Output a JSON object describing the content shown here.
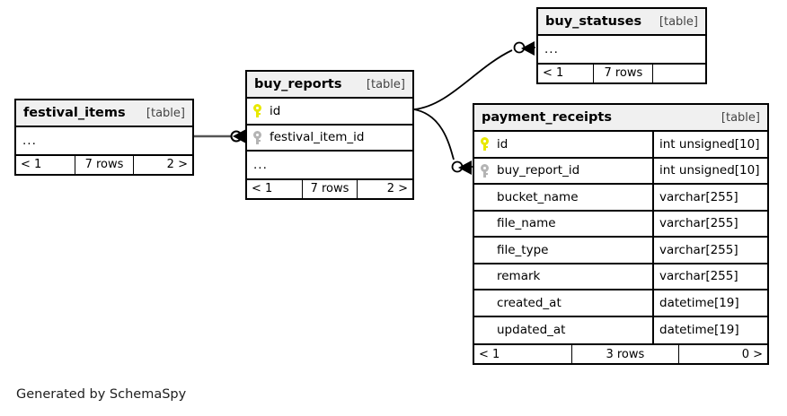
{
  "caption": "Generated by SchemaSpy",
  "colors": {
    "primary_key": "#e8e800",
    "foreign_key": "#b4b4b4",
    "header_bg": "#f0f0f0",
    "border": "#000000",
    "background": "#ffffff"
  },
  "tables": {
    "festival_items": {
      "name": "festival_items",
      "kind": "[table]",
      "rows": [
        {
          "label": "...",
          "type": "",
          "key": "none",
          "ellipsis": true
        }
      ],
      "footer": {
        "left": "< 1",
        "center": "7 rows",
        "right": "2 >"
      }
    },
    "buy_reports": {
      "name": "buy_reports",
      "kind": "[table]",
      "rows": [
        {
          "label": "id",
          "type": "",
          "key": "pk",
          "ellipsis": false
        },
        {
          "label": "festival_item_id",
          "type": "",
          "key": "fk",
          "ellipsis": false
        },
        {
          "label": "...",
          "type": "",
          "key": "none",
          "ellipsis": true
        }
      ],
      "footer": {
        "left": "< 1",
        "center": "7 rows",
        "right": "2 >"
      }
    },
    "buy_statuses": {
      "name": "buy_statuses",
      "kind": "[table]",
      "rows": [
        {
          "label": "...",
          "type": "",
          "key": "none",
          "ellipsis": true
        }
      ],
      "footer": {
        "left": "< 1",
        "center": "7 rows",
        "right": ""
      }
    },
    "payment_receipts": {
      "name": "payment_receipts",
      "kind": "[table]",
      "rows": [
        {
          "label": "id",
          "type": "int unsigned[10]",
          "key": "pk",
          "ellipsis": false
        },
        {
          "label": "buy_report_id",
          "type": "int unsigned[10]",
          "key": "fk",
          "ellipsis": false
        },
        {
          "label": "bucket_name",
          "type": "varchar[255]",
          "key": "none",
          "ellipsis": false
        },
        {
          "label": "file_name",
          "type": "varchar[255]",
          "key": "none",
          "ellipsis": false
        },
        {
          "label": "file_type",
          "type": "varchar[255]",
          "key": "none",
          "ellipsis": false
        },
        {
          "label": "remark",
          "type": "varchar[255]",
          "key": "none",
          "ellipsis": false
        },
        {
          "label": "created_at",
          "type": "datetime[19]",
          "key": "none",
          "ellipsis": false
        },
        {
          "label": "updated_at",
          "type": "datetime[19]",
          "key": "none",
          "ellipsis": false
        }
      ],
      "footer": {
        "left": "< 1",
        "center": "3 rows",
        "right": "0 >"
      }
    }
  },
  "relationships": [
    {
      "from": "festival_items",
      "to": "buy_reports",
      "notation": "zero-to-many"
    },
    {
      "from": "buy_reports",
      "to": "buy_statuses",
      "notation": "zero-to-many"
    },
    {
      "from": "buy_reports",
      "to": "payment_receipts",
      "notation": "zero-to-many"
    }
  ]
}
